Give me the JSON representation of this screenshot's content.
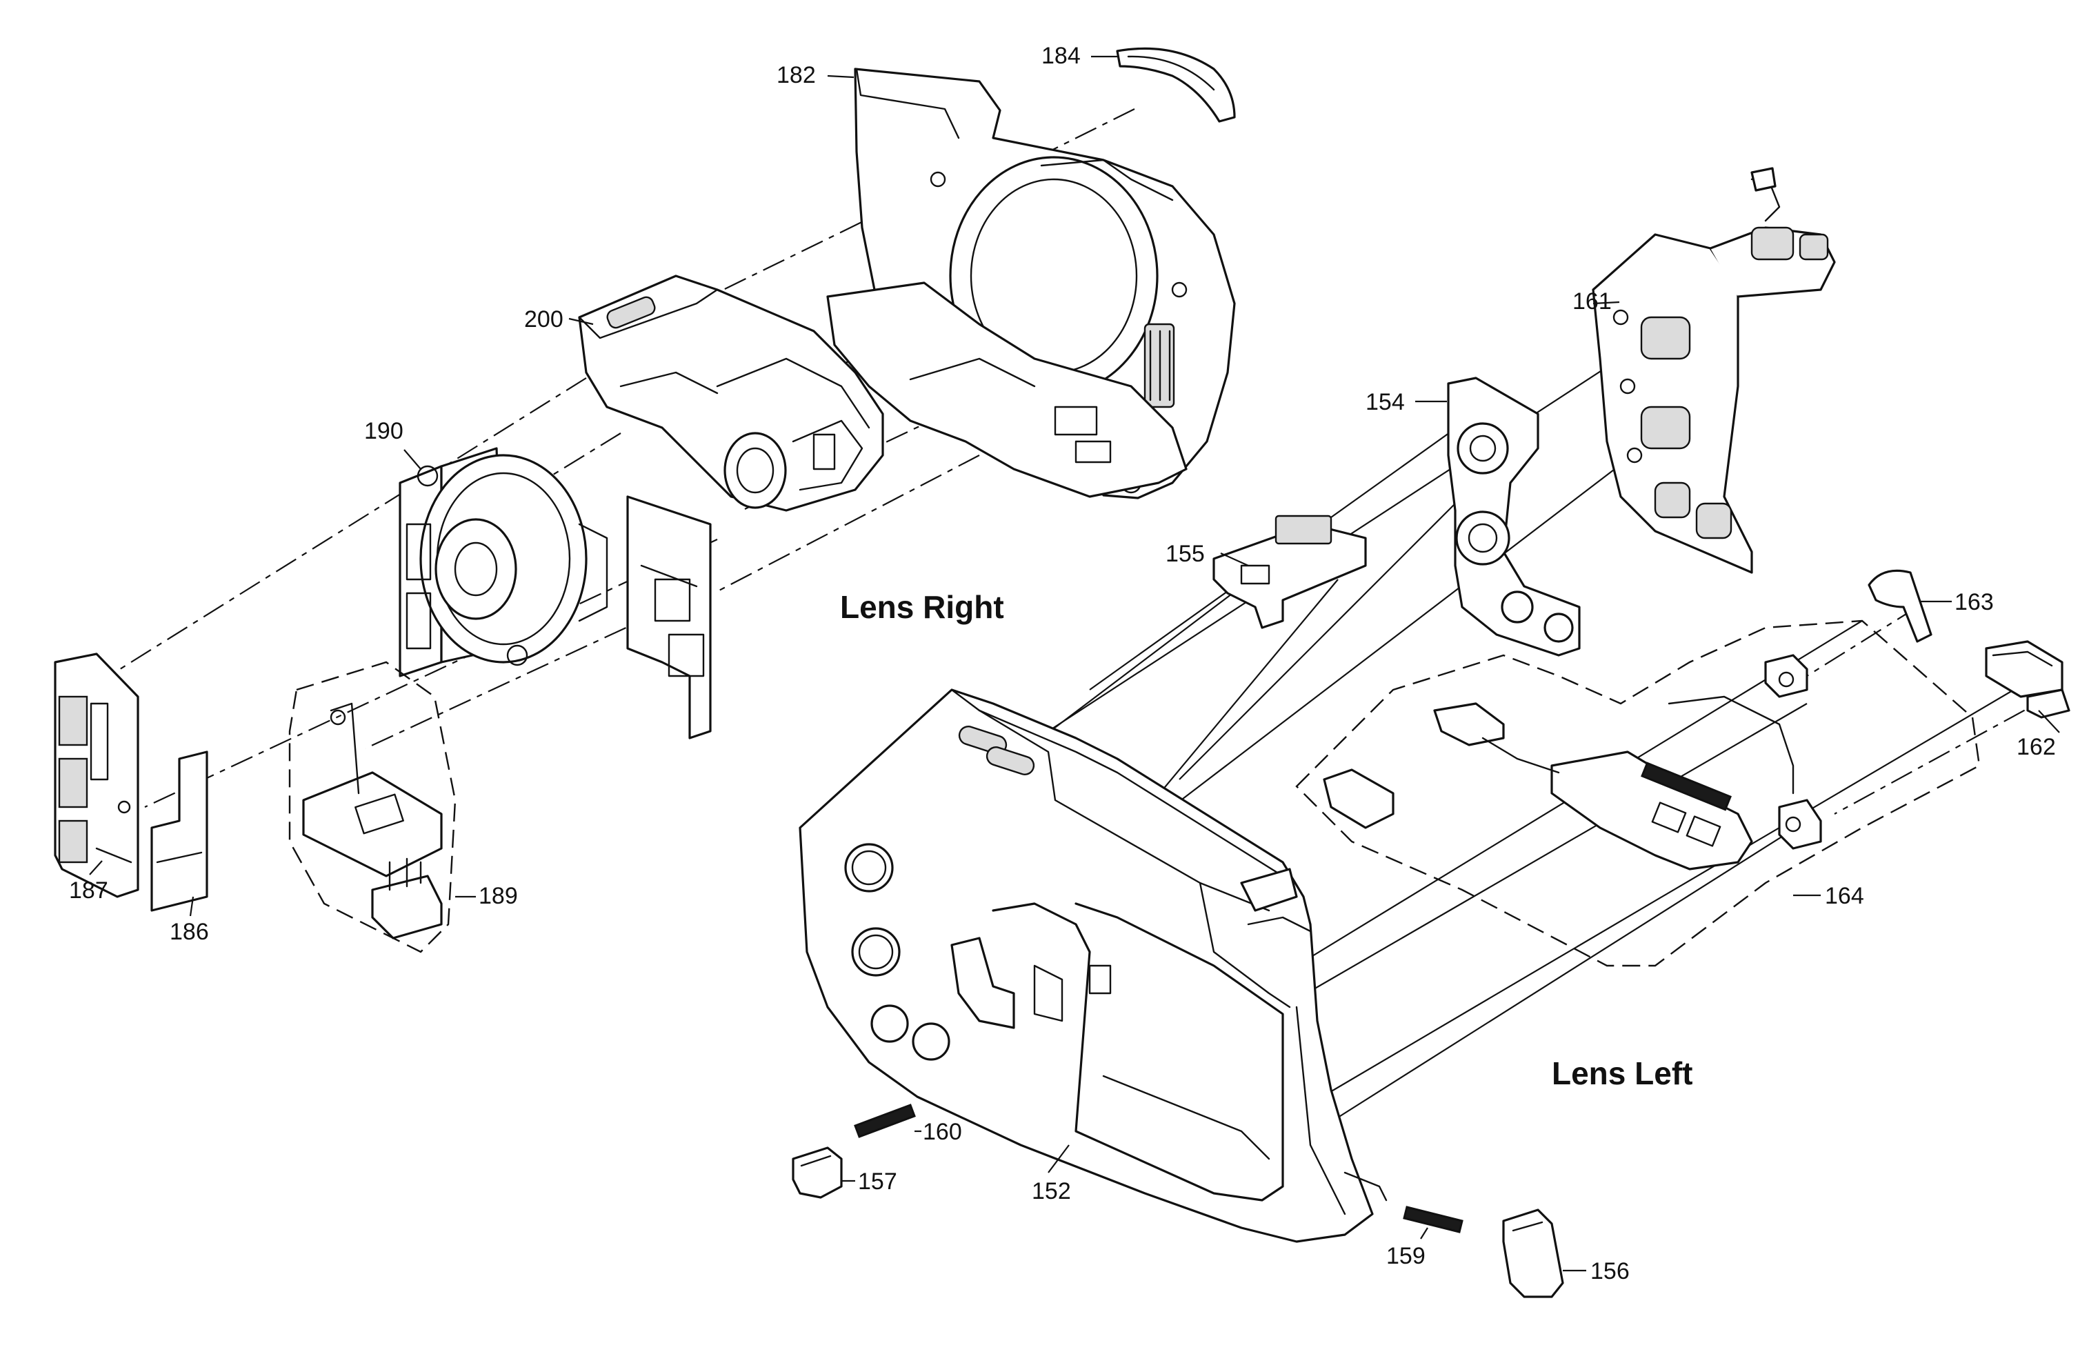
{
  "labels": {
    "lens_right": "Lens Right",
    "lens_left": "Lens Left"
  },
  "parts": {
    "p152": "152",
    "p154": "154",
    "p155": "155",
    "p156": "156",
    "p157": "157",
    "p159": "159",
    "p160": "160",
    "p161": "161",
    "p162": "162",
    "p163": "163",
    "p164": "164",
    "p182": "182",
    "p184": "184",
    "p186": "186",
    "p187": "187",
    "p189": "189",
    "p190": "190",
    "p200": "200"
  }
}
